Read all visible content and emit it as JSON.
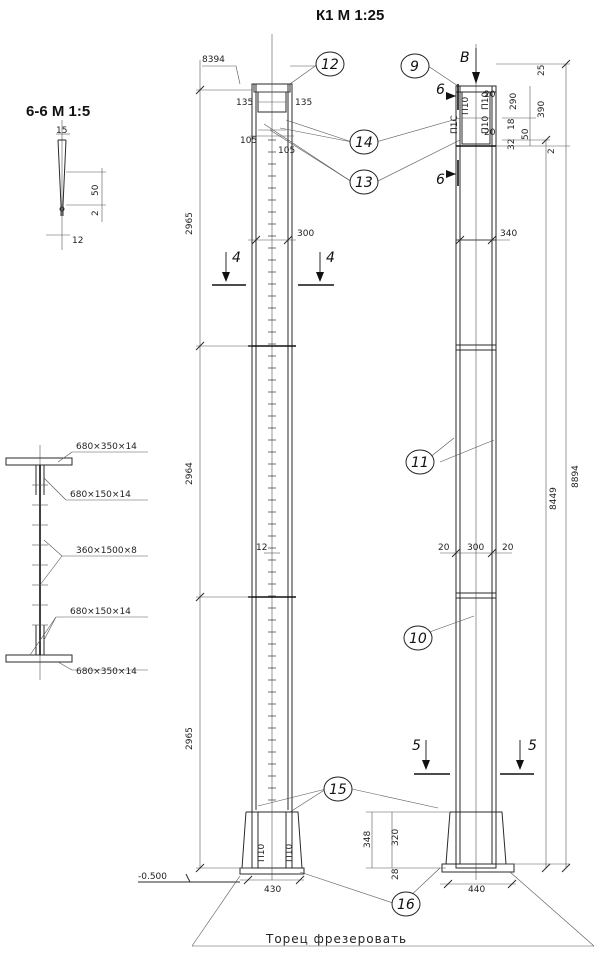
{
  "titles": {
    "main": "К1 М 1:25",
    "section": "6-6 М 1:5"
  },
  "elevation": "-0.500",
  "bottom_note": "Торец фрезеровать",
  "top_label": "8394",
  "view_b": "В",
  "section_marks": {
    "s4": "4",
    "s5": "5",
    "s6": "6"
  },
  "dims": {
    "left_heights": [
      "2965",
      "2964",
      "2965"
    ],
    "right_total": "8894",
    "right_inner": "8449",
    "top_right": [
      "25",
      "290",
      "390",
      "18",
      "50",
      "32",
      "2"
    ],
    "width_300": "300",
    "width_340": "340",
    "dim_135a": "135",
    "dim_135b": "135",
    "dim_105a": "105",
    "dim_105b": "105",
    "dim_20a": "20",
    "dim_20b": "20",
    "mid_20a": "20",
    "mid_300": "300",
    "mid_20b": "20",
    "dim_12": "12",
    "base_430": "430",
    "base_440": "440",
    "base_348": "348",
    "base_320": "320",
    "base_28": "28"
  },
  "plate_labels": {
    "p1": "П10",
    "p2": "П10",
    "p3": "П10",
    "p4": "П10",
    "p5": "П10",
    "p6": "П1С"
  },
  "detail_66": {
    "d15": "15",
    "d50": "50",
    "d2": "2",
    "d12": "12"
  },
  "section_labels": {
    "top_flange": "680×350×14",
    "top_rib": "680×150×14",
    "web": "360×1500×8",
    "bottom_rib": "680×150×14",
    "bottom_flange": "680×350×14"
  },
  "bubbles": {
    "b9": "9",
    "b10": "10",
    "b11": "11",
    "b12": "12",
    "b13": "13",
    "b14": "14",
    "b15": "15",
    "b16": "16"
  }
}
